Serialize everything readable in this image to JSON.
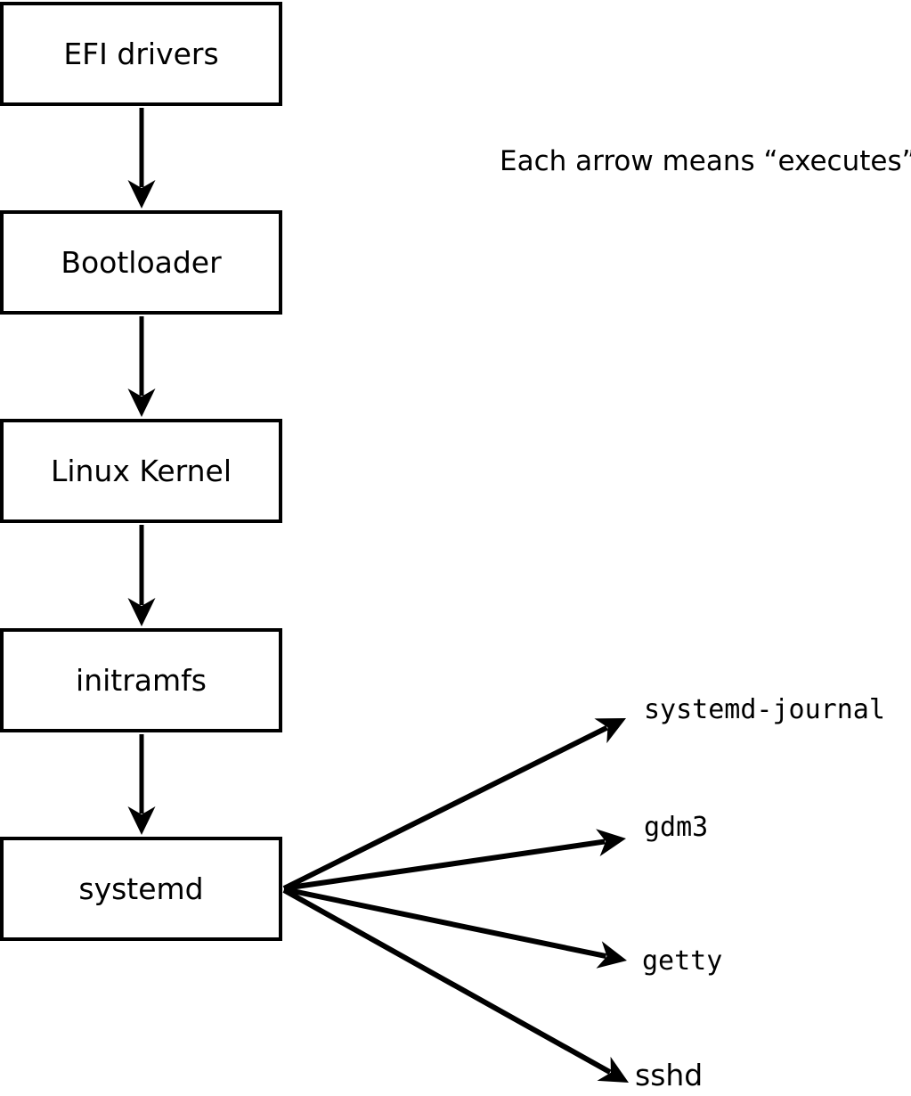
{
  "annotation": "Each arrow means “executes”.",
  "diagram": {
    "boot_chain": [
      {
        "label": "EFI drivers"
      },
      {
        "label": "Bootloader"
      },
      {
        "label": "Linux Kernel"
      },
      {
        "label": "initramfs"
      },
      {
        "label": "systemd"
      }
    ],
    "spawned_processes": [
      {
        "label": "systemd-journal"
      },
      {
        "label": "gdm3"
      },
      {
        "label": "getty"
      },
      {
        "label": "sshd"
      }
    ],
    "edges": [
      {
        "from": "EFI drivers",
        "to": "Bootloader",
        "meaning": "executes"
      },
      {
        "from": "Bootloader",
        "to": "Linux Kernel",
        "meaning": "executes"
      },
      {
        "from": "Linux Kernel",
        "to": "initramfs",
        "meaning": "executes"
      },
      {
        "from": "initramfs",
        "to": "systemd",
        "meaning": "executes"
      },
      {
        "from": "systemd",
        "to": "systemd-journal",
        "meaning": "executes"
      },
      {
        "from": "systemd",
        "to": "gdm3",
        "meaning": "executes"
      },
      {
        "from": "systemd",
        "to": "getty",
        "meaning": "executes"
      },
      {
        "from": "systemd",
        "to": "sshd",
        "meaning": "executes"
      }
    ],
    "colors": {
      "line": "#000000",
      "box_border": "#000000",
      "box_fill": "#ffffff",
      "background": "#ffffff",
      "text": "#000000"
    }
  }
}
